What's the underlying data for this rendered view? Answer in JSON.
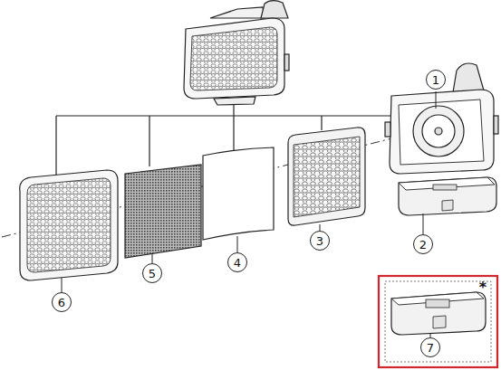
{
  "diagram": {
    "labels": [
      "1",
      "2",
      "3",
      "4",
      "5",
      "6",
      "7",
      "*"
    ]
  }
}
